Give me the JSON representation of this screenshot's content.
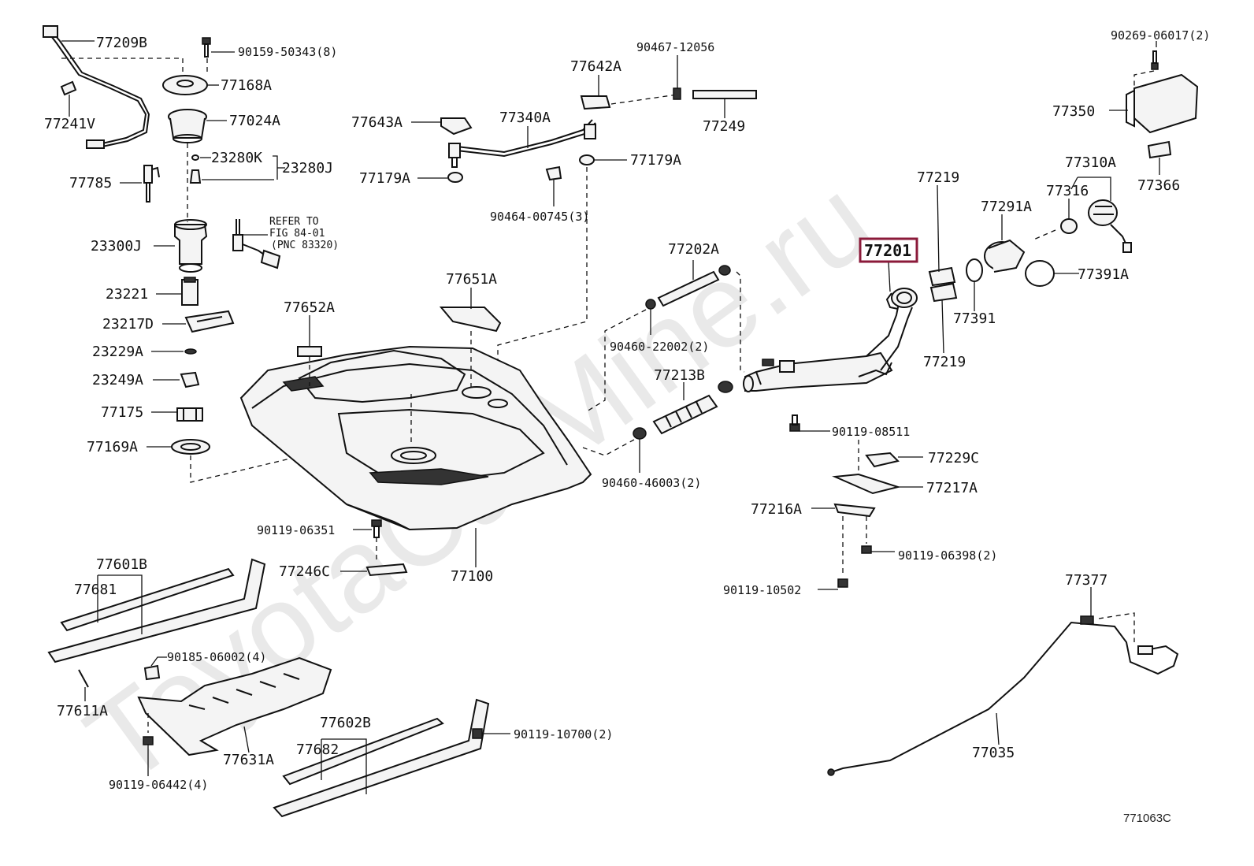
{
  "watermark": "ToyotaCarMine.ru",
  "diagram_code": "771063C",
  "highlighted_part": "77201",
  "reference_note": {
    "line1": "REFER TO",
    "line2": "FIG 84-01",
    "line3": "(PNC 83320)"
  },
  "labels": {
    "p77209B": "77209B",
    "p90159": "90159-50343(8)",
    "p77168A": "77168A",
    "p77024A": "77024A",
    "p77241V": "77241V",
    "p23280K": "23280K",
    "p23280J": "23280J",
    "p77785": "77785",
    "p23300J": "23300J",
    "p23221": "23221",
    "p23217D": "23217D",
    "p23229A": "23229A",
    "p23249A": "23249A",
    "p77175": "77175",
    "p77169A": "77169A",
    "p77642A": "77642A",
    "p90467": "90467-12056",
    "p77643A": "77643A",
    "p77340A": "77340A",
    "p77249": "77249",
    "p77179A_l": "77179A",
    "p77179A_r": "77179A",
    "p90464": "90464-00745(3)",
    "p77652A": "77652A",
    "p77651A": "77651A",
    "p77202A": "77202A",
    "p90460_22002": "90460-22002(2)",
    "p77213B": "77213B",
    "p90460_46003": "90460-46003(2)",
    "p90119_06351": "90119-06351",
    "p77246C": "77246C",
    "p77100": "77100",
    "p77201": "77201",
    "p77219_t": "77219",
    "p77219_b": "77219",
    "p77291A": "77291A",
    "p77391": "77391",
    "p77391A": "77391A",
    "p77316": "77316",
    "p77310A": "77310A",
    "p90269": "90269-06017(2)",
    "p77350": "77350",
    "p77366": "77366",
    "p90119_08511": "90119-08511",
    "p77229C": "77229C",
    "p77217A": "77217A",
    "p77216A": "77216A",
    "p90119_06398": "90119-06398(2)",
    "p90119_10502": "90119-10502",
    "p77601B": "77601B",
    "p77681": "77681",
    "p90185": "90185-06002(4)",
    "p77611A": "77611A",
    "p77631A": "77631A",
    "p90119_06442": "90119-06442(4)",
    "p77602B": "77602B",
    "p77682": "77682",
    "p90119_10700": "90119-10700(2)",
    "p77377": "77377",
    "p77035": "77035"
  }
}
